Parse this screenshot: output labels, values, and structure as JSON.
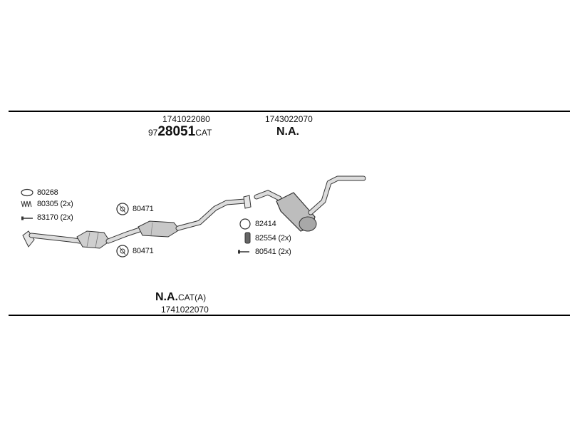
{
  "upper_codes": {
    "front_part_number": "1741022080",
    "front_prefix": "97",
    "front_code": "28051",
    "front_suffix": "CAT",
    "rear_part_number": "1743022070",
    "rear_code": "N.A."
  },
  "lower_codes": {
    "code": "N.A.",
    "suffix": "CAT(A)",
    "part_number": "1741022070"
  },
  "fittings": {
    "gasket_ring": "80268",
    "spring_pair": "80305 (2x)",
    "bolt_pair": "83170 (2x)",
    "hanger_top": "80471",
    "hanger_bottom": "80471",
    "rear_ring": "82414",
    "rear_clamp_pair": "82554 (2x)",
    "rear_bolt_pair": "80541 (2x)"
  },
  "colors": {
    "line": "#000000",
    "pipe_stroke": "#333333",
    "pipe_fill": "#d4d4d4",
    "muffler_fill": "#bdbdbd"
  }
}
